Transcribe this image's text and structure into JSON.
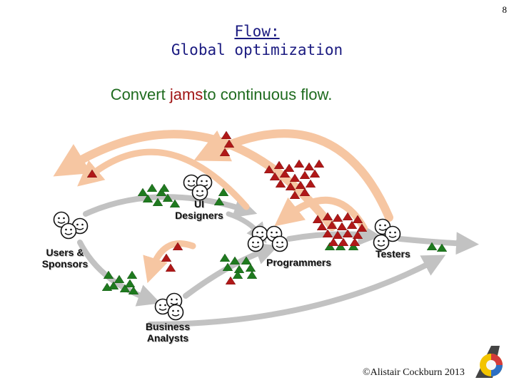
{
  "page_number": "8",
  "title": {
    "line1": "Flow:",
    "line2": "Global optimization"
  },
  "subtitle": {
    "part1": "Convert ",
    "highlight": "jams",
    "part2": "to continuous flow."
  },
  "roles": {
    "ui_designers": {
      "line1": "UI",
      "line2": "Designers"
    },
    "users_sponsors": {
      "line1": "Users &",
      "line2": "Sponsors"
    },
    "programmers": "Programmers",
    "testers": "Testers",
    "business_analysts": {
      "line1": "Business",
      "line2": "Analysts"
    }
  },
  "copyright": "©Alistair Cockburn 2013",
  "colors": {
    "title": "#1a1a80",
    "subtitle_green": "#1f6b1f",
    "subtitle_red": "#a01515",
    "feedback_arrow": "#f6c6a2",
    "flow_arrow": "#c2c2c2",
    "done_triangle": "#1f7a1f",
    "jam_triangle": "#b01818"
  },
  "icons": [
    "face-cluster-icon",
    "green-triangle-icon",
    "red-triangle-icon",
    "logo-icon"
  ]
}
